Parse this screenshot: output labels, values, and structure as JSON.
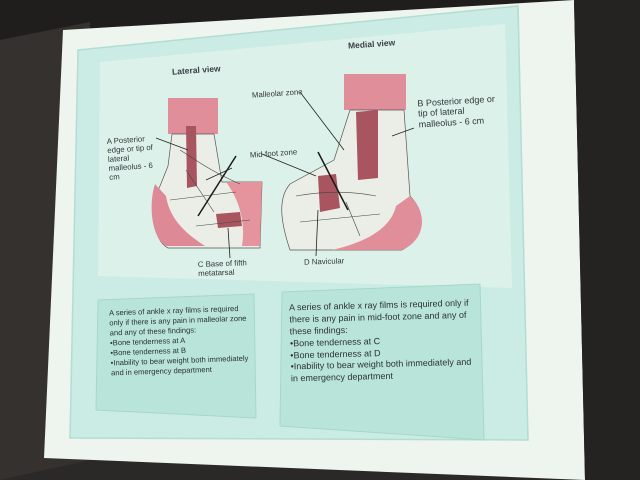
{
  "lateral": {
    "title": "Lateral view",
    "label_a": "A Posterior edge or tip of lateral malleolus - 6 cm",
    "label_c": "C Base of fifth metatarsal"
  },
  "medial": {
    "title": "Medial view",
    "label_b": "B Posterior edge or tip of lateral malleolus - 6 cm",
    "label_d": "D Navicular"
  },
  "zones": {
    "malleolar": "Malleolar zone",
    "midfoot": "Mid-foot zone"
  },
  "left_box": {
    "intro": "A series of ankle x ray films is required only if there is any pain in malleolar zone and any of these findings:",
    "bullets": [
      "Bone tenderness at A",
      "Bone tenderness at B",
      "Inability to bear weight both immediately and in emergency department"
    ]
  },
  "right_box": {
    "intro": "A series of ankle x ray films is required only if there is any pain in mid-foot zone and any of these findings:",
    "bullets": [
      "Bone tenderness at C",
      "Bone tenderness at D",
      "Inability to bear weight both immediately and in emergency department"
    ]
  },
  "colors": {
    "screen": "#eef4ee",
    "panel": "#c9ece4",
    "zone_pink": "#dd8a95",
    "tender_red": "#a85560"
  }
}
